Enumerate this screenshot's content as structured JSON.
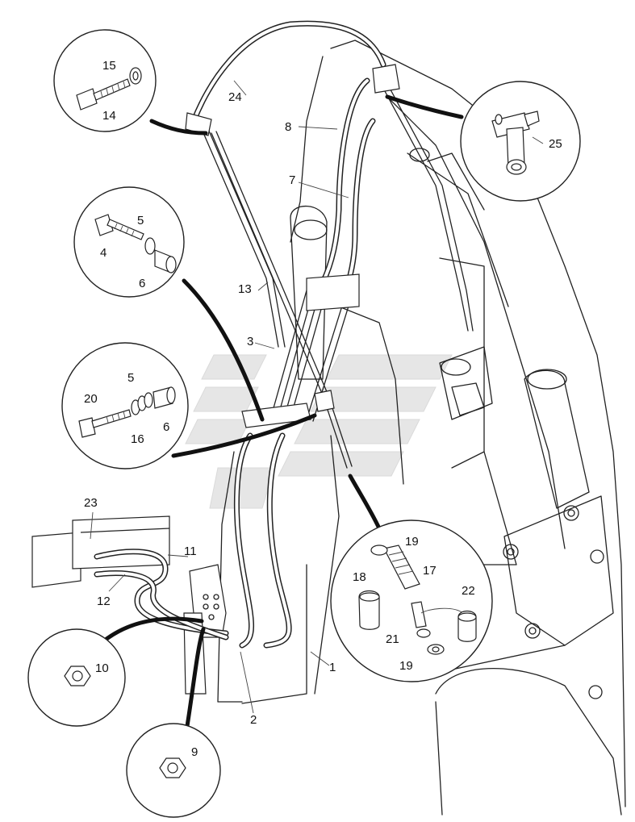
{
  "callouts": [
    "1",
    "2",
    "3",
    "4",
    "5",
    "5",
    "6",
    "6",
    "7",
    "8",
    "9",
    "10",
    "11",
    "12",
    "13",
    "14",
    "15",
    "16",
    "17",
    "18",
    "19",
    "19",
    "20",
    "21",
    "22",
    "23",
    "24",
    "25"
  ]
}
